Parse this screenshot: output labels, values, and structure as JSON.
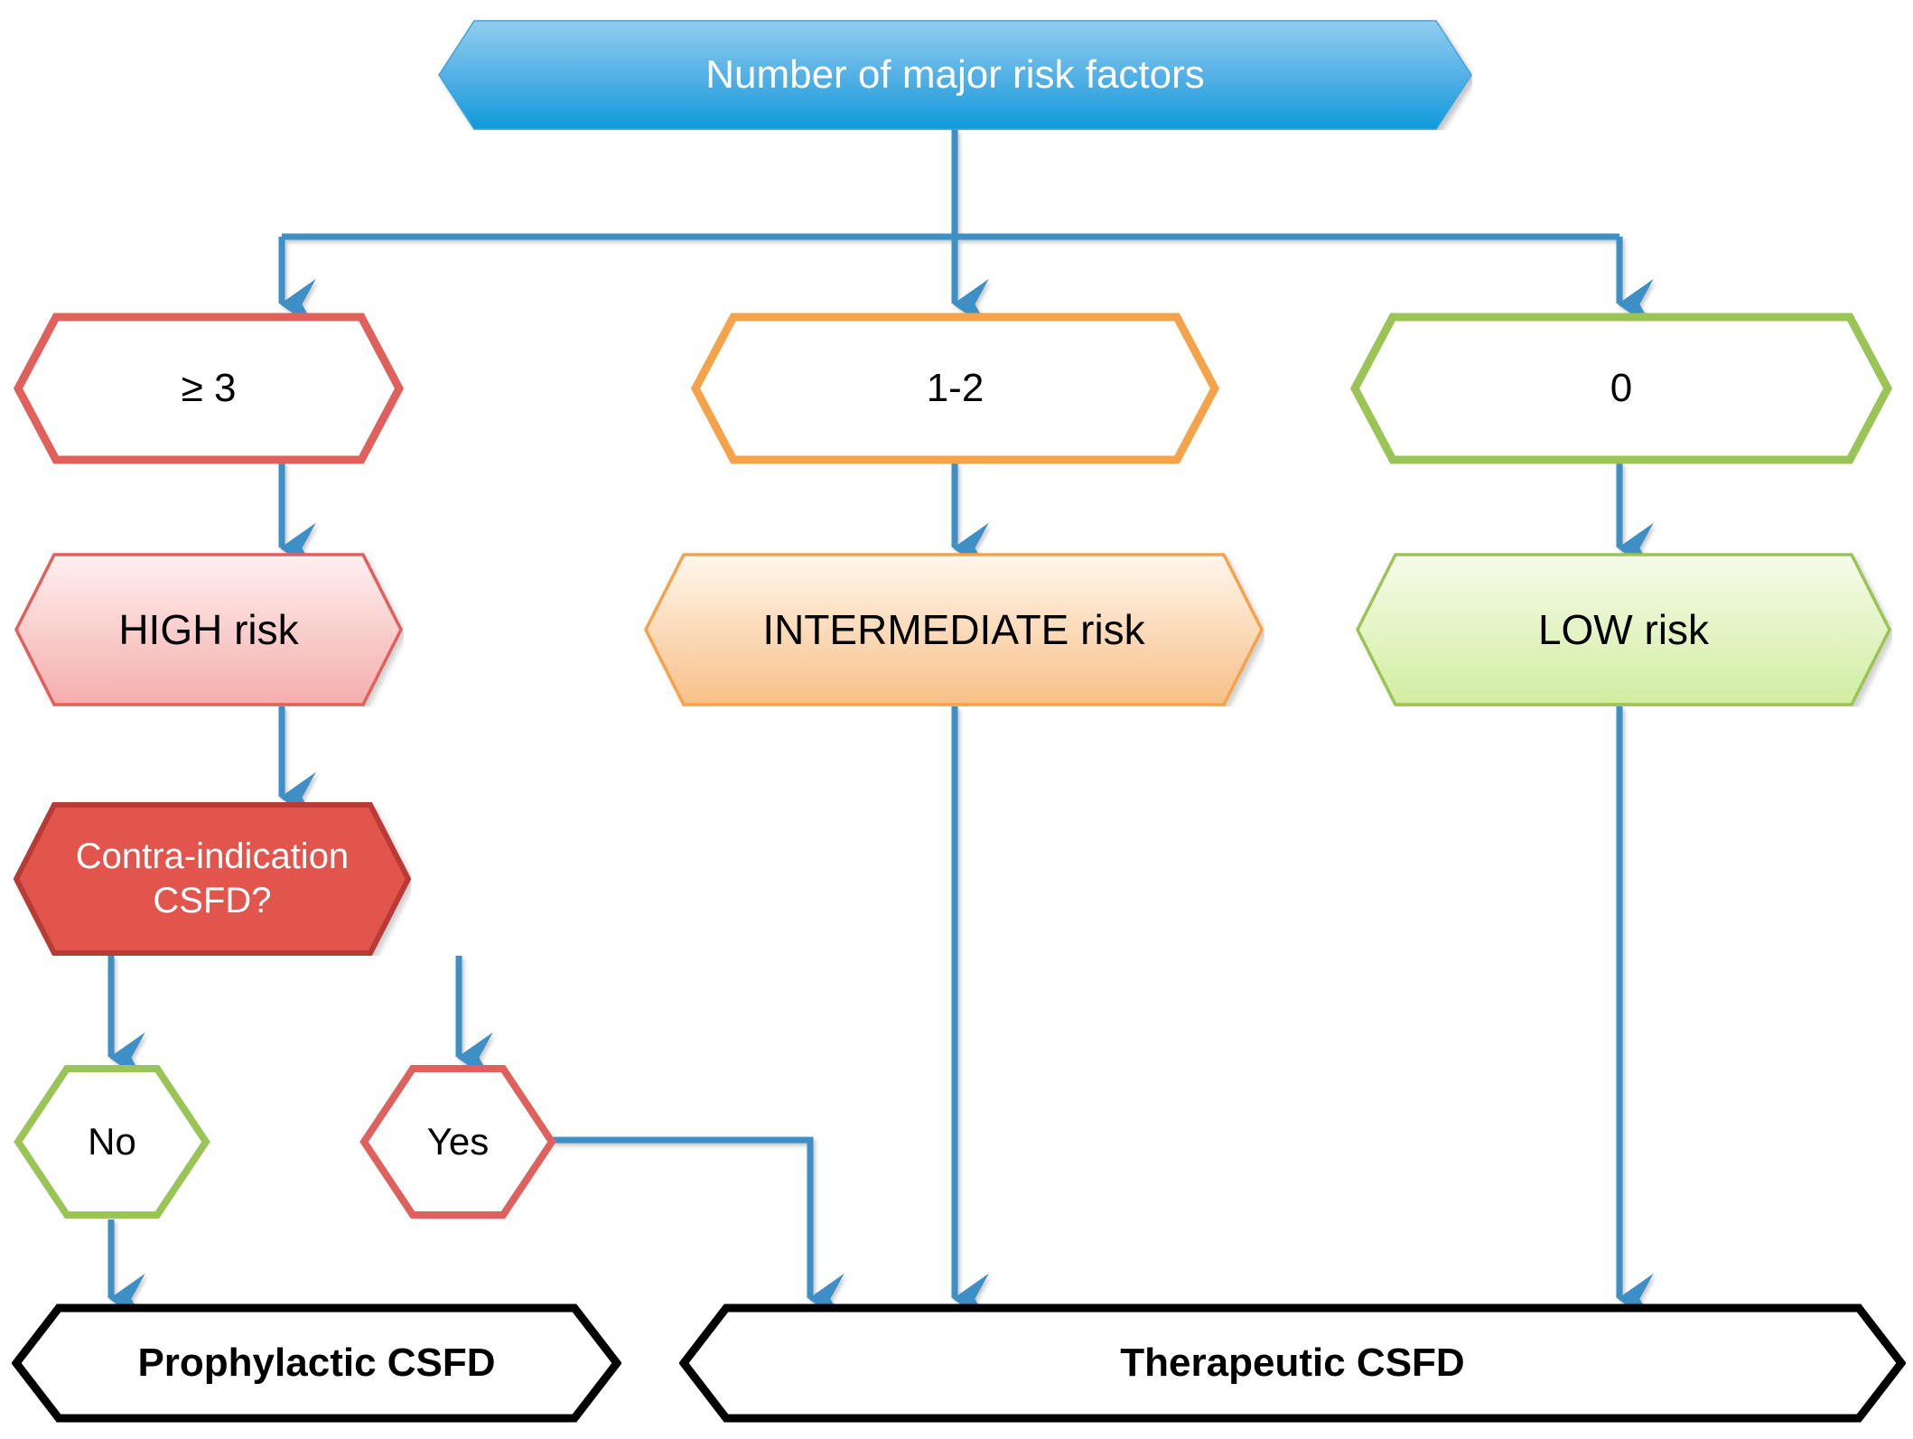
{
  "diagram": {
    "title_node": {
      "label": "Number of major risk factors",
      "fill_top": "#7EC4ED",
      "fill_bottom": "#0F9BDC",
      "text_color": "#FFFFFF"
    },
    "branch_nodes": [
      {
        "id": "three-plus",
        "label": "≥ 3",
        "stroke": "#E0605B",
        "fill": "#FFFFFF"
      },
      {
        "id": "one-two",
        "label": "1-2",
        "stroke": "#F9A košt",
        "fill": "#FFFFFF"
      },
      {
        "id": "zero",
        "label": "0",
        "stroke": "#9BC456",
        "fill": "#FFFFFF"
      }
    ],
    "risk_nodes": [
      {
        "id": "high",
        "label": "HIGH risk",
        "stroke": "#E0605B",
        "fill_top": "#FDECEC",
        "fill_bottom": "#F6B3B0"
      },
      {
        "id": "intermediate",
        "label": "INTERMEDIATE risk",
        "stroke": "#F5A34B",
        "fill_top": "#FEF3E6",
        "fill_bottom": "#F9C48A"
      },
      {
        "id": "low",
        "label": "LOW risk",
        "stroke": "#9BC456",
        "fill_top": "#F4FAE6",
        "fill_bottom": "#D6EFA8"
      }
    ],
    "contraindication_node": {
      "label": "Contra-indication\nCSFD?",
      "fill": "#E1544E",
      "stroke": "#B93B36",
      "text_color": "#FFFFFF"
    },
    "answer_nodes": [
      {
        "id": "no",
        "label": "No",
        "stroke": "#9BC456",
        "fill": "#FFFFFF"
      },
      {
        "id": "yes",
        "label": "Yes",
        "stroke": "#E0605B",
        "fill": "#FFFFFF"
      }
    ],
    "outcome_nodes": [
      {
        "id": "prophylactic",
        "label": "Prophylactic CSFD",
        "stroke": "#000000",
        "fill": "#FFFFFF"
      },
      {
        "id": "therapeutic",
        "label": "Therapeutic CSFD",
        "stroke": "#000000",
        "fill": "#FFFFFF"
      }
    ],
    "connector_color": "#3C8FC6"
  }
}
